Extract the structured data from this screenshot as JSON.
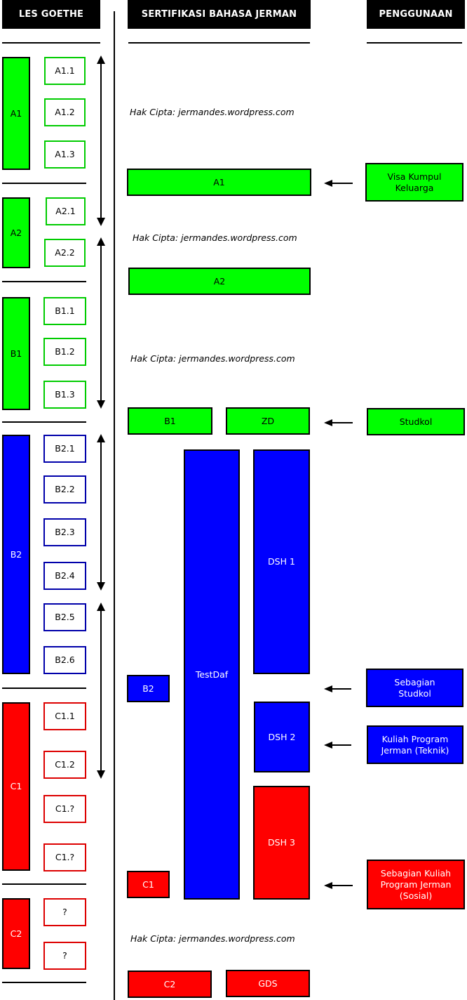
{
  "headers": {
    "les_goethe": "LES GOETHE",
    "sertifikasi": "SERTIFIKASI BAHASA JERMAN",
    "penggunaan": "PENGGUNAAN"
  },
  "copyright": "Hak Cipta: jermandes.wordpress.com",
  "levels": {
    "a1": "A1",
    "a2": "A2",
    "b1": "B1",
    "b2": "B2",
    "c1": "C1",
    "c2": "C2"
  },
  "sublevels": {
    "a1_1": "A1.1",
    "a1_2": "A1.2",
    "a1_3": "A1.3",
    "a2_1": "A2.1",
    "a2_2": "A2.2",
    "b1_1": "B1.1",
    "b1_2": "B1.2",
    "b1_3": "B1.3",
    "b2_1": "B2.1",
    "b2_2": "B2.2",
    "b2_3": "B2.3",
    "b2_4": "B2.4",
    "b2_5": "B2.5",
    "b2_6": "B2.6",
    "c1_1": "C1.1",
    "c1_2": "C1.2",
    "c1_3": "C1.?",
    "c1_4": "C1.?",
    "c2_1": "?",
    "c2_2": "?"
  },
  "certificates": {
    "a1": "A1",
    "a2": "A2",
    "b1": "B1",
    "zd": "ZD",
    "b2": "B2",
    "testdaf": "TestDaf",
    "dsh1": "DSH 1",
    "dsh2": "DSH 2",
    "dsh3": "DSH 3",
    "c1": "C1",
    "c2": "C2",
    "gds": "GDS"
  },
  "usage": {
    "visa": "Visa Kumpul Keluarga",
    "studkol": "Studkol",
    "sebagian_studkol": "Sebagian Studkol",
    "kuliah_teknik": "Kuliah Program Jerman (Teknik)",
    "kuliah_sosial": "Sebagian Kuliah Program Jerman (Sosial)"
  },
  "colors": {
    "green": "#00ff00",
    "blue": "#0000ff",
    "red": "#ff0000",
    "black": "#000000"
  }
}
